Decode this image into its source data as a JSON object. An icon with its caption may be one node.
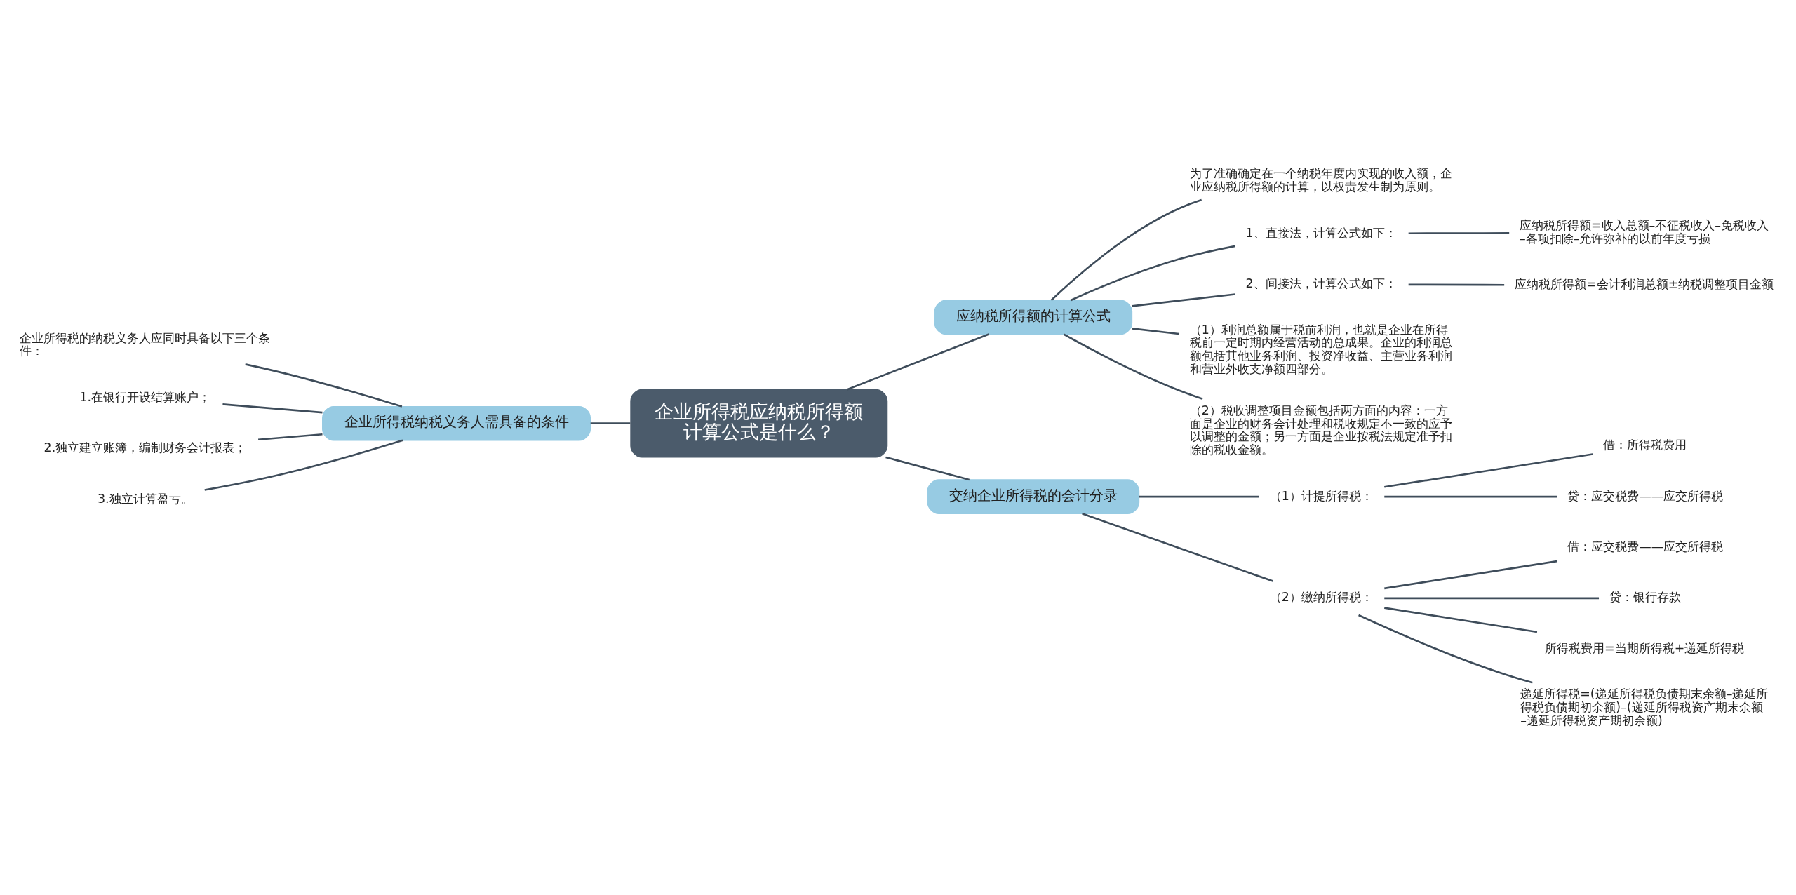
{
  "diagram": {
    "nodes": [
      {
        "text": [
          "企业所得税应纳税所得额计算公式是什么？"
        ]
      },
      {
        "text": [
          "应纳税所得额的计算公式"
        ]
      },
      {
        "text": [
          "为了准确确定在一个纳税年度内实现的收入额，企业应纳税所得额的计算，以权责发生制为原则。"
        ]
      },
      {
        "text": [
          "1、直接法，计算公式如下："
        ]
      },
      {
        "text": [
          "应纳税所得额=收入总额–不征税收入–免税收入–各项扣除–允许弥补的以前年度亏损"
        ]
      },
      {
        "text": [
          "2、间接法，计算公式如下："
        ]
      },
      {
        "text": [
          "应纳税所得额=会计利润总额±纳税调整项目金额"
        ]
      },
      {
        "text": [
          "（1）利润总额属于税前利润，也就是企业在所得税前一定时期内经营活动的总成果。企业的利润总额包括其他业务利润、投资净收益、主营业务利润和营业外收支净额四部分。"
        ]
      },
      {
        "text": [
          "（2）税收调整项目金额包括两方面的内容：一方面是企业的财务会计处理和税收规定不一致的应予以调整的金额；另一方面是企业按税法规定准予扣除的税收金额。"
        ]
      },
      {
        "text": [
          "交纳企业所得税的会计分录"
        ]
      },
      {
        "text": [
          "（1）计提所得税："
        ]
      },
      {
        "text": [
          "借：所得税费用"
        ]
      },
      {
        "text": [
          "贷：应交税费——应交所得税"
        ]
      },
      {
        "text": [
          "（2）缴纳所得税："
        ]
      },
      {
        "text": [
          "借：应交税费——应交所得税"
        ]
      },
      {
        "text": [
          "贷：银行存款"
        ]
      },
      {
        "text": [
          "所得税费用=当期所得税+递延所得税"
        ]
      },
      {
        "text": [
          "递延所得税=(递延所得税负债期末余额–递延所得税负债期初余额)–(递延所得税资产期末余额–递延所得税资产期初余额)"
        ]
      },
      {
        "text": [
          "企业所得税纳税义务人需具备的条件"
        ]
      },
      {
        "text": [
          "企业所得税的纳税义务人应同时具备以下三个条件："
        ]
      },
      {
        "text": [
          "1.在银行开设结算账户；"
        ]
      },
      {
        "text": [
          "2.独立建立账簿，编制财务会计报表；"
        ]
      },
      {
        "text": [
          "3.独立计算盈亏。"
        ]
      }
    ],
    "edges": [
      {
        "from": 0,
        "to": 1,
        "arrow": "none"
      },
      {
        "from": 1,
        "to": 2,
        "arrow": "none"
      },
      {
        "from": 1,
        "to": 3,
        "arrow": "none"
      },
      {
        "from": 3,
        "to": 4,
        "arrow": "none"
      },
      {
        "from": 1,
        "to": 5,
        "arrow": "none"
      },
      {
        "from": 5,
        "to": 6,
        "arrow": "none"
      },
      {
        "from": 1,
        "to": 7,
        "arrow": "none"
      },
      {
        "from": 1,
        "to": 8,
        "arrow": "none"
      },
      {
        "from": 0,
        "to": 9,
        "arrow": "none"
      },
      {
        "from": 9,
        "to": 10,
        "arrow": "none"
      },
      {
        "from": 10,
        "to": 11,
        "arrow": "none"
      },
      {
        "from": 10,
        "to": 12,
        "arrow": "none"
      },
      {
        "from": 9,
        "to": 13,
        "arrow": "none"
      },
      {
        "from": 13,
        "to": 14,
        "arrow": "none"
      },
      {
        "from": 13,
        "to": 15,
        "arrow": "none"
      },
      {
        "from": 13,
        "to": 16,
        "arrow": "none"
      },
      {
        "from": 13,
        "to": 17,
        "arrow": "none"
      },
      {
        "from": 0,
        "to": 18,
        "arrow": "none"
      },
      {
        "from": 18,
        "to": 19,
        "arrow": "none"
      },
      {
        "from": 18,
        "to": 20,
        "arrow": "none"
      },
      {
        "from": 18,
        "to": 21,
        "arrow": "none"
      },
      {
        "from": 18,
        "to": 22,
        "arrow": "none"
      }
    ]
  }
}
